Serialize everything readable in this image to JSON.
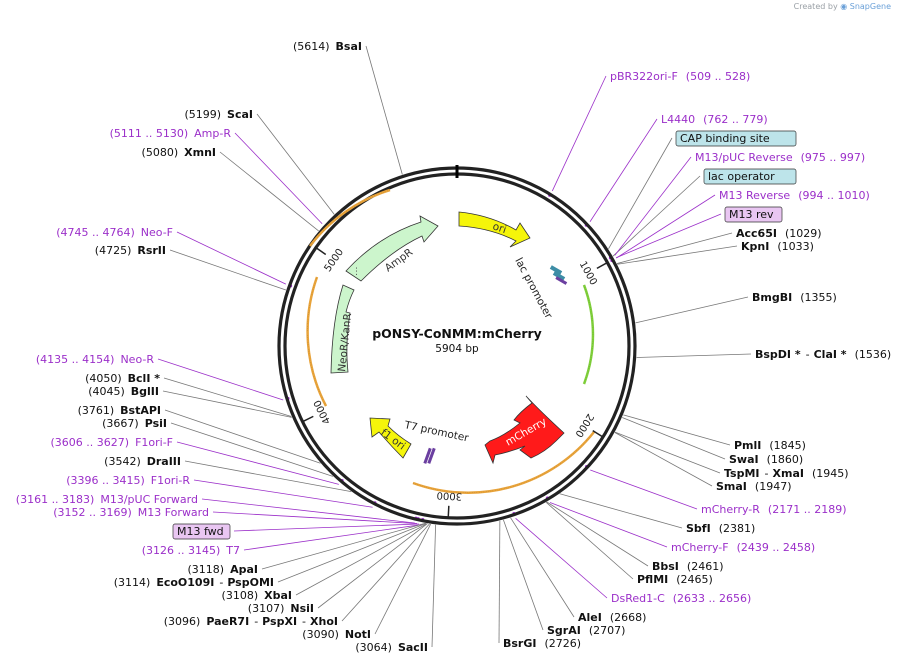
{
  "credit": {
    "prefix": "Created by",
    "brand": "SnapGene"
  },
  "plasmid": {
    "name": "pONSY-CoNMM:mCherry",
    "length_label": "5904 bp",
    "length": 5904
  },
  "ticks": [
    {
      "label": "1000",
      "bp": 1000
    },
    {
      "label": "2000",
      "bp": 2000
    },
    {
      "label": "3000",
      "bp": 3000
    },
    {
      "label": "4000",
      "bp": 4000
    },
    {
      "label": "5000",
      "bp": 5000
    }
  ],
  "features": [
    {
      "name": "ori",
      "color": "#f5f50a",
      "label_side": "in"
    },
    {
      "name": "lac promoter",
      "color": "#ffffff",
      "label_side": "in"
    },
    {
      "name": "mCherry",
      "color": "#ff1a1a",
      "label_side": "in"
    },
    {
      "name": "T7 promoter",
      "color": "#ffffff",
      "label_side": "in"
    },
    {
      "name": "f1 ori",
      "color": "#f5f50a",
      "label_side": "in"
    },
    {
      "name": "NeoR/KanR",
      "color": "#ccf5cc",
      "label_side": "in"
    },
    {
      "name": "AmpR",
      "color": "#ccf5cc",
      "label_side": "in"
    }
  ],
  "labels": [
    {
      "id": "bsai",
      "name": "BsaI",
      "coord": "(5614)",
      "kind": "enzyme",
      "bp": 5614
    },
    {
      "id": "scai",
      "name": "ScaI",
      "coord": "(5199)",
      "kind": "enzyme",
      "bp": 5199
    },
    {
      "id": "ampr-primer",
      "name": "Amp-R",
      "coord": "(5111 .. 5130)",
      "kind": "primer",
      "bp": 5120
    },
    {
      "id": "xmni",
      "name": "XmnI",
      "coord": "(5080)",
      "kind": "enzyme",
      "bp": 5080
    },
    {
      "id": "neof",
      "name": "Neo-F",
      "coord": "(4745 .. 4764)",
      "kind": "primer",
      "bp": 4754
    },
    {
      "id": "rsrii",
      "name": "RsrII",
      "coord": "(4725)",
      "kind": "enzyme",
      "bp": 4725
    },
    {
      "id": "neor",
      "name": "Neo-R",
      "coord": "(4135 .. 4154)",
      "kind": "primer",
      "bp": 4145
    },
    {
      "id": "bcli",
      "name": "BclI *",
      "coord": "(4050)",
      "kind": "enzyme",
      "bp": 4050
    },
    {
      "id": "bglii",
      "name": "BglII",
      "coord": "(4045)",
      "kind": "enzyme",
      "bp": 4045
    },
    {
      "id": "bstapi",
      "name": "BstAPI",
      "coord": "(3761)",
      "kind": "enzyme",
      "bp": 3761
    },
    {
      "id": "psii",
      "name": "PsiI",
      "coord": "(3667)",
      "kind": "enzyme",
      "bp": 3667
    },
    {
      "id": "f1orif",
      "name": "F1ori-F",
      "coord": "(3606 .. 3627)",
      "kind": "primer",
      "bp": 3616
    },
    {
      "id": "draiii",
      "name": "DraIII",
      "coord": "(3542)",
      "kind": "enzyme",
      "bp": 3542
    },
    {
      "id": "f1orir",
      "name": "F1ori-R",
      "coord": "(3396 .. 3415)",
      "kind": "primer",
      "bp": 3405
    },
    {
      "id": "m13pucf",
      "name": "M13/pUC Forward",
      "coord": "(3161 .. 3183)",
      "kind": "primer",
      "bp": 3172
    },
    {
      "id": "m13f",
      "name": "M13 Forward",
      "coord": "(3152 .. 3169)",
      "kind": "primer",
      "bp": 3160
    },
    {
      "id": "m13fwd",
      "name": "M13 fwd",
      "coord": "",
      "kind": "boxp",
      "bp": 3150
    },
    {
      "id": "t7",
      "name": "T7",
      "coord": "(3126 .. 3145)",
      "kind": "primer",
      "bp": 3135
    },
    {
      "id": "apai",
      "name": "ApaI",
      "coord": "(3118)",
      "kind": "enzyme",
      "bp": 3118
    },
    {
      "id": "eco",
      "name": "EcoO109I",
      "name2": "PspOMI",
      "coord": "(3114)",
      "kind": "enzyme2",
      "bp": 3114
    },
    {
      "id": "xbai",
      "name": "XbaI",
      "coord": "(3108)",
      "kind": "enzyme",
      "bp": 3108
    },
    {
      "id": "nsii",
      "name": "NsiI",
      "coord": "(3107)",
      "kind": "enzyme",
      "bp": 3107
    },
    {
      "id": "paer7i",
      "name": "PaeR7I",
      "name2": "PspXI",
      "name3": "XhoI",
      "coord": "(3096)",
      "kind": "enzyme3",
      "bp": 3096
    },
    {
      "id": "noti",
      "name": "NotI",
      "coord": "(3090)",
      "kind": "enzyme",
      "bp": 3090
    },
    {
      "id": "sacii",
      "name": "SacII",
      "coord": "(3064)",
      "kind": "enzyme",
      "bp": 3064
    },
    {
      "id": "bsrgi",
      "name": "BsrGI",
      "coord": "(2726)",
      "kind": "enzyme",
      "bp": 2726
    },
    {
      "id": "sgrai",
      "name": "SgrAI",
      "coord": "(2707)",
      "kind": "enzyme",
      "bp": 2707
    },
    {
      "id": "alei",
      "name": "AleI",
      "coord": "(2668)",
      "kind": "enzyme",
      "bp": 2668
    },
    {
      "id": "dsred",
      "name": "DsRed1-C",
      "coord": "(2633 .. 2656)",
      "kind": "primer",
      "bp": 2644
    },
    {
      "id": "pflmi",
      "name": "PflMI",
      "coord": "(2465)",
      "kind": "enzyme",
      "bp": 2465
    },
    {
      "id": "bbsi",
      "name": "BbsI",
      "coord": "(2461)",
      "kind": "enzyme",
      "bp": 2461
    },
    {
      "id": "mcherryf",
      "name": "mCherry-F",
      "coord": "(2439 .. 2458)",
      "kind": "primer",
      "bp": 2448
    },
    {
      "id": "sbfi",
      "name": "SbfI",
      "coord": "(2381)",
      "kind": "enzyme",
      "bp": 2381
    },
    {
      "id": "mcherryr",
      "name": "mCherry-R",
      "coord": "(2171 .. 2189)",
      "kind": "primer",
      "bp": 2180
    },
    {
      "id": "smai",
      "name": "SmaI",
      "coord": "(1947)",
      "kind": "enzyme",
      "bp": 1947
    },
    {
      "id": "tspmi",
      "name": "TspMI",
      "name2": "XmaI",
      "coord": "(1945)",
      "kind": "enzyme2",
      "bp": 1945
    },
    {
      "id": "swai",
      "name": "SwaI",
      "coord": "(1860)",
      "kind": "enzyme",
      "bp": 1860
    },
    {
      "id": "pmli",
      "name": "PmlI",
      "coord": "(1845)",
      "kind": "enzyme",
      "bp": 1845
    },
    {
      "id": "bspdi",
      "name": "BspDI *",
      "name2": "ClaI *",
      "coord": "(1536)",
      "kind": "enzyme2",
      "bp": 1536
    },
    {
      "id": "bmgbi",
      "name": "BmgBI",
      "coord": "(1355)",
      "kind": "enzyme",
      "bp": 1355
    },
    {
      "id": "kpni",
      "name": "KpnI",
      "coord": "(1033)",
      "kind": "enzyme",
      "bp": 1033
    },
    {
      "id": "acc65i",
      "name": "Acc65I",
      "coord": "(1029)",
      "kind": "enzyme",
      "bp": 1029
    },
    {
      "id": "m13rev",
      "name": "M13 rev",
      "coord": "",
      "kind": "boxp",
      "bp": 1000
    },
    {
      "id": "m13reverse",
      "name": "M13 Reverse",
      "coord": "(994 .. 1010)",
      "kind": "primer",
      "bp": 1002
    },
    {
      "id": "lacop",
      "name": "lac operator",
      "coord": "",
      "kind": "boxf",
      "bp": 985
    },
    {
      "id": "m13pucr",
      "name": "M13/pUC Reverse",
      "coord": "(975 .. 997)",
      "kind": "primer",
      "bp": 986
    },
    {
      "id": "cap",
      "name": "CAP binding site",
      "coord": "",
      "kind": "boxf",
      "bp": 940
    },
    {
      "id": "l4440",
      "name": "L4440",
      "coord": "(762 .. 779)",
      "kind": "primer",
      "bp": 770
    },
    {
      "id": "pbr322",
      "name": "pBR322ori-F",
      "coord": "(509 .. 528)",
      "kind": "primer",
      "bp": 518
    }
  ]
}
